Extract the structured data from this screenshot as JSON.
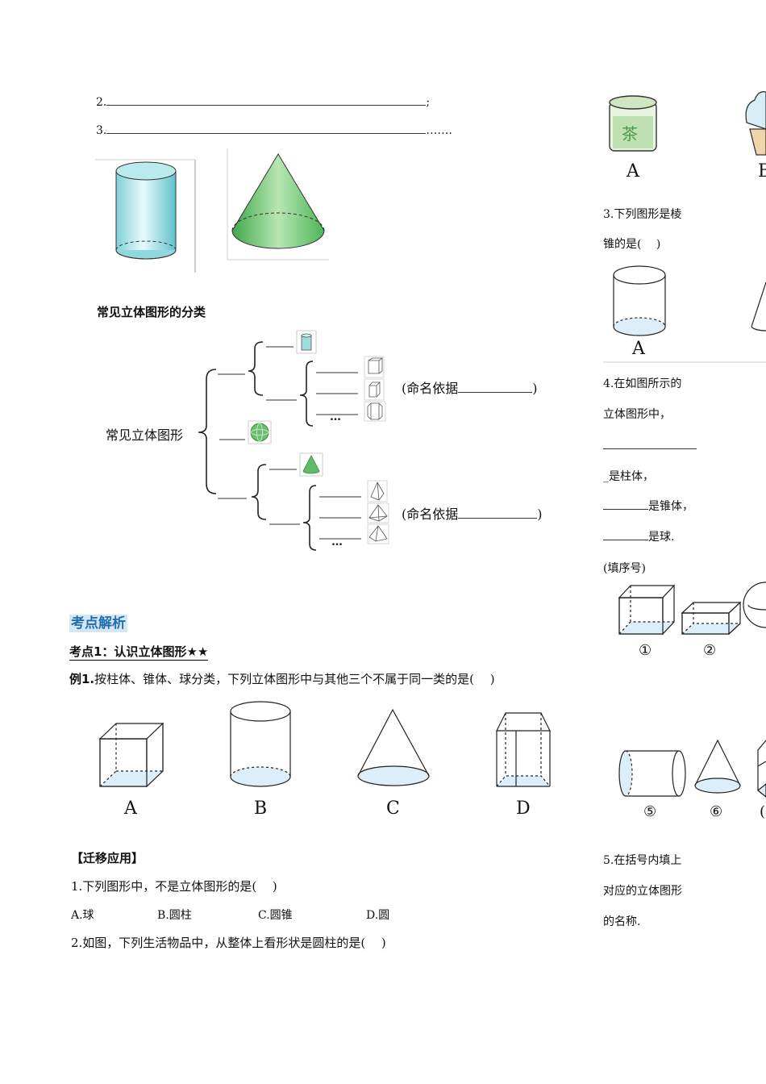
{
  "top_lines": {
    "line2_label": "2.",
    "line2_end": ";",
    "line3_label": "3.",
    "line3_end": "……."
  },
  "classification": {
    "title": "常见立体图形的分类",
    "root": "常见立体图形",
    "naming_basis_1": "(命名依据",
    "naming_basis_1_end": ")",
    "naming_basis_2": "(命名依据",
    "naming_basis_2_end": ")",
    "ellipsis_1": "…",
    "ellipsis_2": "…"
  },
  "section": {
    "title": "考点解析",
    "kaodian": "考点1：认识立体图形★★",
    "example_prefix": "例1.",
    "example_text": "按柱体、锥体、球分类，下列立体图形中与其他三个不属于同一类的是(　 )",
    "option_labels": [
      "A",
      "B",
      "C",
      "D"
    ]
  },
  "transfer": {
    "title": "【迁移应用】",
    "q1": "1.下列图形中，不是立体图形的是(　 )",
    "q1_options": [
      "A.球",
      "B.圆柱",
      "C.圆锥",
      "D.圆"
    ],
    "q2": "2.如图，下列生活物品中，从整体上看形状是圆柱的是(　 )"
  },
  "right_column": {
    "tea_label": "A",
    "tea_char": "茶",
    "icecream_label": "B",
    "q3_line1": "3.下列图形是棱",
    "q3_line2": "锥的是(　 )",
    "q3_label": "A",
    "q4_line1": "4.在如图所示的",
    "q4_line2": "立体图形中，",
    "q4_line4": "_是柱体，",
    "q4_line5": "是锥体，",
    "q4_line6": "是球.",
    "q4_line7": "(填序号)",
    "nums_top": [
      "①",
      "②"
    ],
    "nums_bottom": [
      "⑤",
      "⑥",
      "("
    ],
    "q5_line1": "5.在括号内填上",
    "q5_line2": "对应的立体图形",
    "q5_line3": "的名称."
  },
  "colors": {
    "heading_bg": "#d5e7f3",
    "heading_text": "#1f6fb0",
    "cylinder_teal": "#8fd8de",
    "cone_green": "#5cb85c",
    "shape_fill": "#dceefa"
  }
}
